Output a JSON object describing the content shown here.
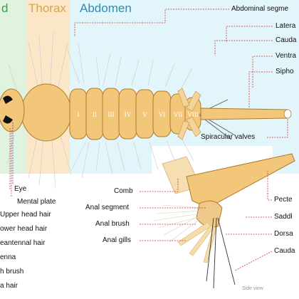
{
  "regions": {
    "head": "d",
    "thorax": "Thorax",
    "abdomen": "Abdomen"
  },
  "segments": [
    "I",
    "II",
    "III",
    "IV",
    "V",
    "VI",
    "VII",
    "VIII"
  ],
  "labels_right": {
    "abdominal_segment": "Abdominal segme",
    "lateral": "Latera",
    "caudal": "Cauda",
    "ventral": "Ventra",
    "siphon": "Sipho",
    "spiracular_valves": "Spiracular valves",
    "pecten": "Pecte",
    "saddle": "Saddl",
    "dorsal": "Dorsa",
    "caudal2": "Cauda"
  },
  "labels_left": {
    "eye": "Eye",
    "mental_plate": "Mental plate",
    "upper_head_hair": "Upper head hair",
    "lower_head_hair": "ower head hair",
    "antennal_hair": "eantennal hair",
    "antenna": "enna",
    "mouth_brush": "h brush",
    "hair": "a hair"
  },
  "labels_inset": {
    "comb": "Comb",
    "anal_segment": "Anal segment",
    "anal_brush": "Anal brush",
    "anal_gills": "Anal gills",
    "side_view": "Side view"
  },
  "colors": {
    "head_bg": "#dff3de",
    "thorax_bg": "#fbe6c8",
    "abdomen_bg": "#e2f5fb",
    "head_text": "#2fa64a",
    "thorax_text": "#d9a54a",
    "abdomen_text": "#2f8cae",
    "body_fill": "#f2c77a",
    "body_stroke": "#b07a2a",
    "leader": "#d0342c"
  }
}
